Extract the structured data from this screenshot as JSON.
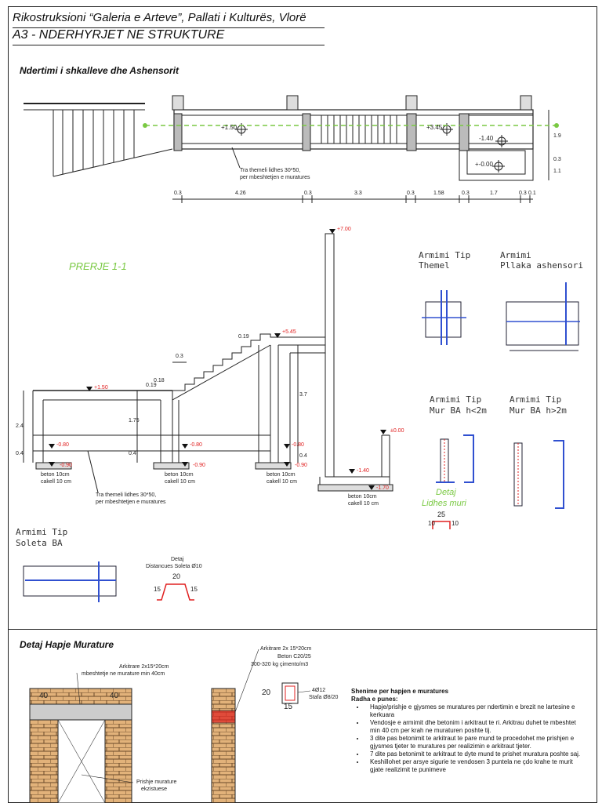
{
  "header": {
    "project": "Rikostruksioni “Galeria e Arteve”, Pallati i Kulturës, Vlorë",
    "sheet": "A3 - NDERHYRJET NE STRUKTURE"
  },
  "plan": {
    "title": "Ndertimi i shkalleve dhe Ashensorit",
    "levels": [
      "+1.50",
      "+3.45",
      "-1.40",
      "+-0.00"
    ],
    "note": [
      "Tra themeli lidhes 30*50,",
      "per mbeshtetjen e muratures"
    ],
    "dims": [
      "0.3",
      "4.26",
      "0.3",
      "3.3",
      "0.3",
      "1.58",
      "0.3",
      "1.7",
      "0.3",
      "0.1"
    ],
    "side_dims": [
      "1.9",
      "0.3",
      "1.1"
    ]
  },
  "section": {
    "title": "PRERJE 1-1",
    "levels": [
      "+7.00",
      "+5.45",
      "+1.50",
      "-0.80",
      "-0.80",
      "-0.80",
      "-1.40",
      "±0.00",
      "-0.90",
      "-0.90",
      "-0.90",
      "-1.70"
    ],
    "dims": [
      "0.3",
      "0.19",
      "0.19",
      "0.18",
      "2.4",
      "0.4",
      "1.75",
      "0.4",
      "3.7",
      "0.4"
    ],
    "notes": [
      "beton 10cm",
      "cakell 10 cm"
    ],
    "beam_note": [
      "Tra themeli lidhes 30*50,",
      "per mbeshtetjen e muratures"
    ]
  },
  "details": {
    "themel": [
      "Armimi Tip",
      "Themel"
    ],
    "pllaka": [
      "Armimi",
      "Pllaka ashensori"
    ],
    "mur_small": [
      "Armimi Tip",
      "Mur BA h<2m"
    ],
    "mur_big": [
      "Armimi Tip",
      "Mur BA h>2m"
    ],
    "lidhes": [
      "Detaj",
      "Lidhes muri"
    ],
    "lidhes_dim": "25",
    "lidhes_side": [
      "10",
      "10"
    ],
    "soleta": [
      "Armimi Tip",
      "Soleta BA"
    ],
    "distancues": [
      "Detaj",
      "Distancues Soleta Ø10"
    ],
    "distancues_dims": [
      "20",
      "15",
      "15"
    ]
  },
  "opening": {
    "title": "Detaj Hapje Murature",
    "arch_note": [
      "Arkitrare 2x15*20cm",
      "mbeshtetje ne murature min 40cm"
    ],
    "dims": [
      "40",
      "40"
    ],
    "demolish": [
      "Prishje murature",
      "ekzistuese"
    ],
    "arch2": [
      "Arkitrare 2x 15*20cm",
      "Beton C20/25",
      "300-320 kg çimento/m3"
    ],
    "rebar": [
      "4Ø12",
      "Stafa Ø8/20"
    ],
    "sec_dims": [
      "20",
      "15"
    ]
  },
  "notes": {
    "title": "Shenime per hapjen e muratures",
    "subtitle": "Radha e punes:",
    "items": [
      "Hapje/prishje e gjysmes se muratures per ndertimin e brezit ne lartesine e kerkuara",
      "Vendosje e armimit dhe betonim i arkitraut te ri. Arkitrau duhet te mbeshtet min 40 cm per krah ne muraturen poshte tij.",
      "3 dite pas betonimit te arkitraut te pare mund te procedohet me prishjen e gjysmes tjeter te muratures per realizimin e arkitraut tjeter.",
      "7 dite pas betonimit te arkitraut te dyte mund te prishet muratura poshte saj.",
      "Keshillohet per arsye sigurie te vendosen 3 puntela ne çdo krahe te murit gjate realizimit te punimeve"
    ]
  }
}
